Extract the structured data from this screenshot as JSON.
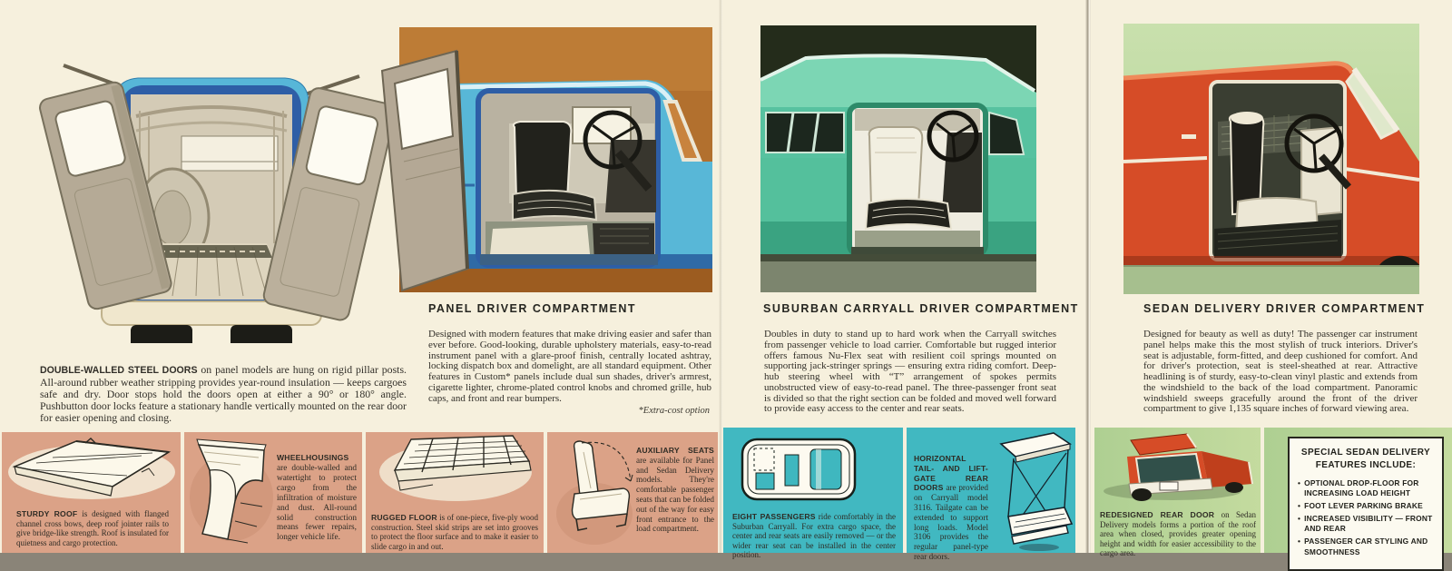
{
  "colors": {
    "page_cream": "#f6f0dd",
    "salmon_band": "#dba287",
    "teal_band": "#41b8c1",
    "green_band": "#c0d89d",
    "orange_brown_bg": "#b2702e",
    "dark_green_bg": "#2a331f",
    "light_green_bg": "#c3dda6",
    "truck_blue": "#57b6d8",
    "truck_green": "#55c19e",
    "truck_red": "#d64c27"
  },
  "sections": {
    "steel_doors": {
      "lead": "DOUBLE-WALLED STEEL DOORS",
      "body": " on panel models are hung on rigid pillar posts. All-around rubber weather stripping provides year-round insulation — keeps cargoes safe and dry. Door stops hold the doors open at either a 90° or 180° angle. Pushbutton door locks feature a stationary handle vertically mounted on the rear door for easier opening and closing."
    },
    "panel": {
      "heading": "PANEL DRIVER COMPARTMENT",
      "body": "Designed with modern features that make driving easier and safer than ever before. Good-looking, durable upholstery materials, easy-to-read instrument panel with a glare-proof finish, centrally located ashtray, locking dispatch box and domelight, are all standard equipment. Other features in Custom* panels include dual sun shades, driver's armrest, cigarette lighter, chrome-plated control knobs and chromed grille, hub caps, and front and rear bumpers.",
      "footnote": "*Extra-cost option"
    },
    "carryall": {
      "heading": "SUBURBAN CARRYALL DRIVER COMPARTMENT",
      "body": "Doubles in duty to stand up to hard work when the Carryall switches from passenger vehicle to load carrier. Comfortable but rugged interior offers famous Nu-Flex seat with resilient coil springs mounted on supporting jack-stringer springs — ensuring extra riding comfort. Deep-hub steering wheel with “T” arrangement of spokes permits unobstructed view of easy-to-read panel. The three-passenger front seat is divided so that the right section can be folded and moved well forward to provide easy access to the center and rear seats."
    },
    "sedan": {
      "heading": "SEDAN DELIVERY DRIVER COMPARTMENT",
      "body": "Designed for beauty as well as duty! The passenger car instrument panel helps make this the most stylish of truck interiors. Driver's seat is adjustable, form-fitted, and deep cushioned for comfort. And for driver's protection, seat is steel-sheathed at rear. Attractive headlining is of sturdy, easy-to-clean vinyl plastic and extends from the windshield to the back of the load compartment. Panoramic windshield sweeps gracefully around the front of the driver compartment to give 1,135 square inches of forward viewing area."
    }
  },
  "features": [
    {
      "lead": "STURDY ROOF",
      "body": " is designed with flanged channel cross bows, deep roof jointer rails to give bridge-like strength. Roof is insulated for quietness and cargo protection."
    },
    {
      "lead": "WHEELHOUSINGS",
      "body": " are double-walled and watertight to protect cargo from the infiltration of moisture and dust. All-round solid construction means fewer repairs, longer vehicle life."
    },
    {
      "lead": "RUGGED FLOOR",
      "body": " is of one-piece, five-ply wood construction. Steel skid strips are set into grooves to protect the floor surface and to make it easier to slide cargo in and out."
    },
    {
      "lead": "AUXILIARY SEATS",
      "body": " are available for Panel and Sedan Delivery models. They're comfortable passenger seats that can be folded out of the way for easy front entrance to the load compartment."
    },
    {
      "lead": "EIGHT PASSENGERS",
      "body": " ride comfortably in the Suburban Carryall. For extra cargo space, the center and rear seats are easily removed — or the wider rear seat can be installed in the center position."
    },
    {
      "lead": "HORIZONTAL TAIL- AND LIFT-GATE REAR DOORS",
      "body": " are provided on Carryall model 3116. Tailgate can be extended to support long loads. Model 3106 provides the regular panel-type rear doors."
    },
    {
      "lead": "REDESIGNED REAR DOOR",
      "body": " on Sedan Delivery models forms a portion of the roof area when closed, provides greater opening height and width for easier accessibility to the cargo area."
    }
  ],
  "features_box": {
    "title": "SPECIAL SEDAN DELIVERY FEATURES INCLUDE:",
    "bullet": "•",
    "items": [
      "OPTIONAL DROP-FLOOR FOR INCREASING LOAD HEIGHT",
      "FOOT LEVER PARKING BRAKE",
      "INCREASED VISIBILITY — FRONT AND REAR",
      "PASSENGER CAR STYLING AND SMOOTHNESS"
    ]
  },
  "illustrations": {
    "panel_rear": "panel-truck-rear-doors-open",
    "panel_cab": "panel-driver-compartment-cutaway",
    "carryall_cab": "suburban-carryall-driver-compartment-cutaway",
    "sedan_cab": "sedan-delivery-driver-compartment-cutaway",
    "sturdy_roof": "roof-panel-line-drawing",
    "wheelhousing": "wheelhousing-line-drawing",
    "rugged_floor": "wood-floor-line-drawing",
    "aux_seat": "folding-auxiliary-seat-drawing",
    "eight_passengers": "carryall-seating-plan-diagram",
    "lift_gate": "tailgate-and-liftgate-drawing",
    "rear_door": "sedan-delivery-rear-door-drawing"
  }
}
